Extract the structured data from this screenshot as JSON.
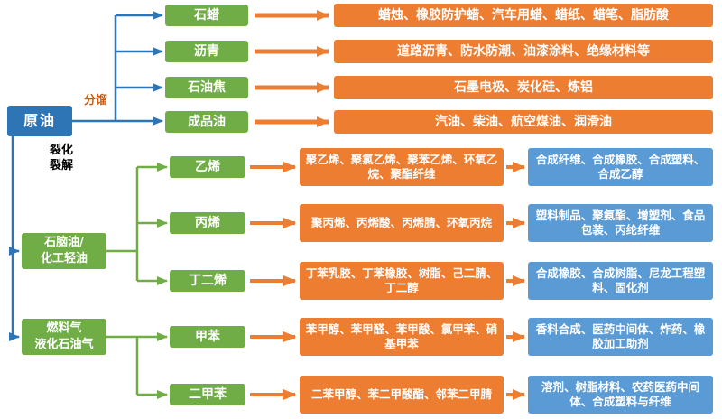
{
  "root": {
    "label": "原油"
  },
  "edge_labels": {
    "fractionation": "分馏",
    "cracking": "裂化",
    "pyrolysis": "裂解"
  },
  "palette": {
    "crude_blue": "#2E75B6",
    "chemical_green": "#70AD47",
    "product_orange": "#ED7D31",
    "use_blue": "#5B9BD5",
    "label_orange": "#C55A11"
  },
  "fractionation_rows": [
    {
      "chemical": "石蜡",
      "products": "蜡烛、橡胶防护蜡、汽车用蜡、蜡纸、蜡笔、脂肪酸"
    },
    {
      "chemical": "沥青",
      "products": "道路沥青、防水防潮、油漆涂料、绝缘材料等"
    },
    {
      "chemical": "石油焦",
      "products": "石墨电极、炭化硅、炼铝"
    },
    {
      "chemical": "成品油",
      "products": "汽油、柴油、航空煤油、润滑油"
    }
  ],
  "cracking_sources": [
    {
      "line1": "石脑油/",
      "line2": "化工轻油"
    },
    {
      "line1": "燃料气",
      "line2": "液化石油气"
    }
  ],
  "cracking_rows": [
    {
      "chemical": "乙烯",
      "products": "聚乙烯、聚氯乙烯、聚苯乙烯、环氧乙烷、聚酯纤维",
      "uses": "合成纤维、合成橡胶、合成塑料、合成乙醇"
    },
    {
      "chemical": "丙烯",
      "products": "聚丙烯、丙烯酸、丙烯腈、环氧丙烷",
      "uses": "塑料制品、聚氨酯、增塑剂、食品包装、丙纶纤维"
    },
    {
      "chemical": "丁二烯",
      "products": "丁苯乳胶、丁苯橡胶、树脂、己二腈、丁二醇",
      "uses": "合成橡胶、合成树脂、尼龙工程塑料、固化剂"
    },
    {
      "chemical": "甲苯",
      "products": "苯甲醇、苯甲醛、苯甲酸、氯甲苯、硝基甲苯",
      "uses": "香料合成、医药中间体、炸药、橡胶加工助剂"
    },
    {
      "chemical": "二甲苯",
      "products": "二苯甲醇、苯二甲酸酯、邻苯二甲腈",
      "uses": "溶剂、树脂材料、农药医药中间体、合成塑料与纤维"
    }
  ]
}
